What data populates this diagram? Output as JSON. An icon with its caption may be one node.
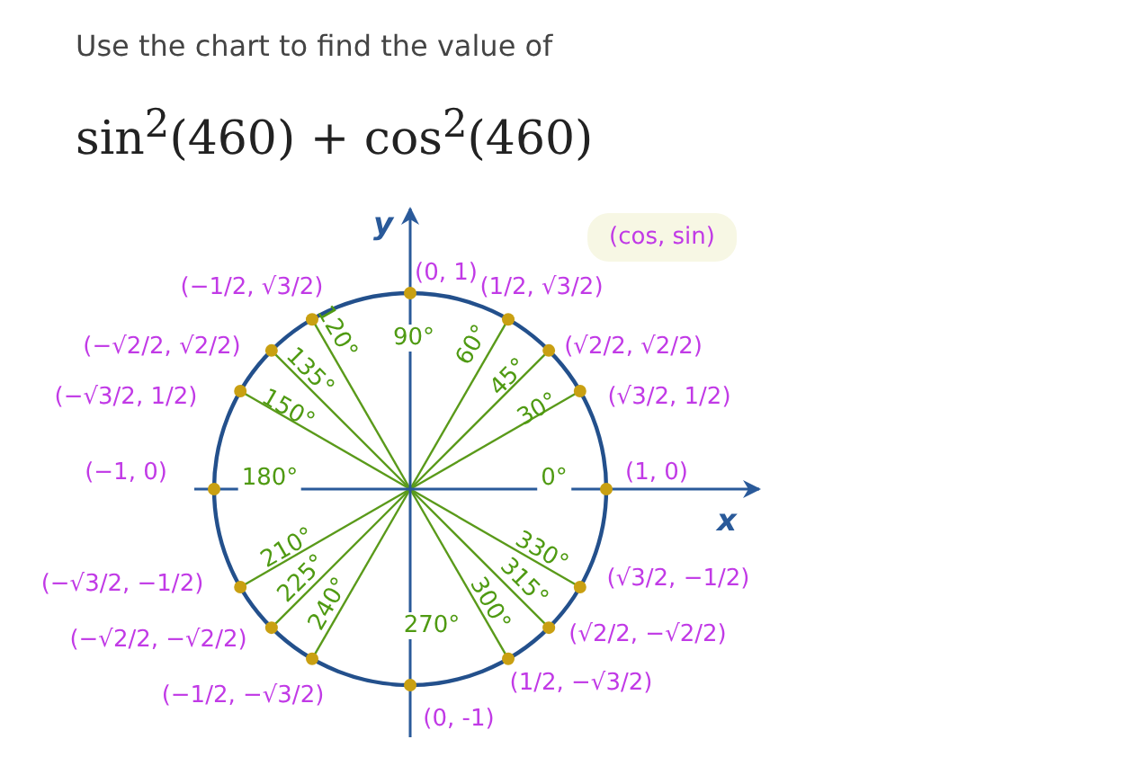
{
  "diagram": {
    "title": "Use the chart to find the value of",
    "labels": [
      "sin$^{2}$(460) + cos$^{2}$(460)",
      "y",
      "(cos, sin)",
      "(−1/2, √3/2)",
      "(0, 1)",
      "(1/2, √3/2)",
      "(−√2/2, √2/2)",
      "90°",
      "120°",
      "135°",
      "60°",
      "45°",
      "(√2/2, √2/2)",
      "(−√3/2, 1/2)",
      "150°",
      "30°",
      "(√3/2, 1/2)",
      "(−1, 0)",
      "180°",
      "0°",
      "(1, 0)",
      "x",
      "210°",
      "225°",
      "240°",
      "330°",
      "315°",
      "300°",
      "(−√3/2, −1/2)",
      "(√3/2, −1/2)",
      "270°",
      "(−√2/2, −√2/2)",
      "(√2/2, −√2/2)",
      "(−1/2, −√3/2)",
      "(1/2, −√3/2)",
      "(0, -1)"
    ]
  }
}
